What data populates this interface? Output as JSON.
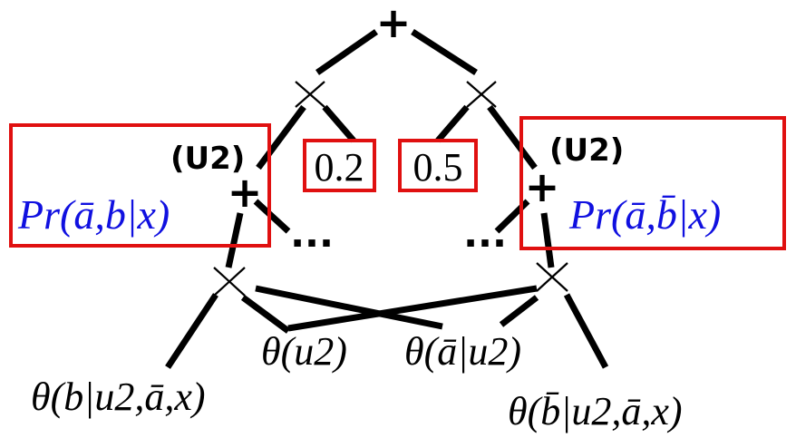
{
  "root_node": {
    "symbol": "+"
  },
  "mult_nodes": {
    "symbol": "×"
  },
  "constants": {
    "left": "0.2",
    "right": "0.5"
  },
  "ellipsis": "...",
  "subcircuits": {
    "left": {
      "tag": "(U2)",
      "symbol": "+",
      "probability": "Pr(ā,b|x)"
    },
    "right": {
      "tag": "(U2)",
      "symbol": "+",
      "probability": "Pr(ā,b̄|x)"
    }
  },
  "parameters": {
    "theta_b_given_u2_abar_x": "θ(b|u2,ā,x)",
    "theta_u2": "θ(u2)",
    "theta_abar_given_u2": "θ(ā|u2)",
    "theta_bbar_given_u2_abar_x": "θ(b̄|u2,ā,x)"
  },
  "colors": {
    "box": "#e01010",
    "probability_text": "#1010e0",
    "lines": "#000000"
  }
}
